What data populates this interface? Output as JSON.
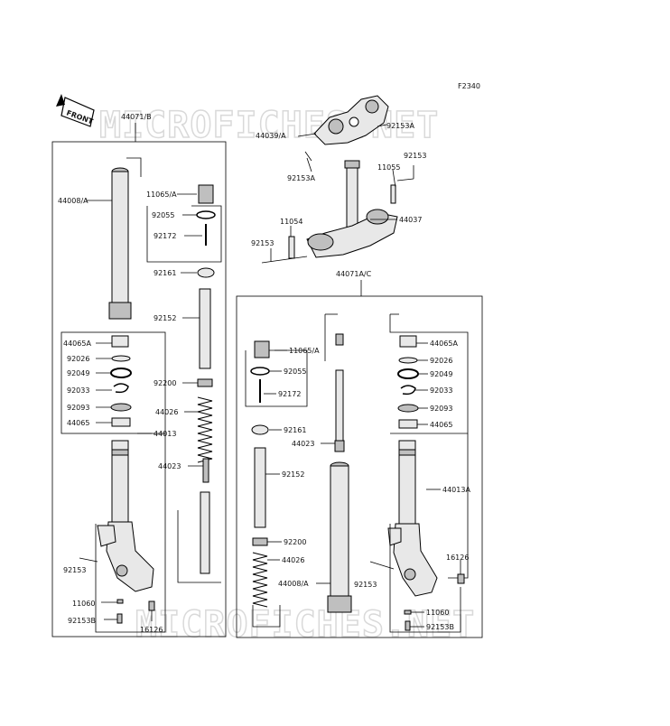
{
  "figure_code": "F2340",
  "front_label": "FRONT",
  "watermarks": [
    "MICROFICHES.NET",
    "MICROFICHES.NET"
  ],
  "assemblies": {
    "left": "44071/B",
    "right": "44071A/C"
  },
  "labels": {
    "top_44039A": "44039/A",
    "top_92153A_a": "92153A",
    "top_92153A_b": "92153A",
    "top_92153": "92153",
    "top_11055": "11055",
    "top_44037": "44037",
    "top_11054": "11054",
    "top_92153_b": "92153",
    "L_44008A": "44008/A",
    "L_11065A": "11065/A",
    "L_92055": "92055",
    "L_92172": "92172",
    "L_92161": "92161",
    "L_92152": "92152",
    "L_92200": "92200",
    "L_44026": "44026",
    "L_44023": "44023",
    "L_44065A": "44065A",
    "L_92026": "92026",
    "L_92049": "92049",
    "L_92033": "92033",
    "L_92093": "92093",
    "L_44065": "44065",
    "L_44013": "44013",
    "L_92153": "92153",
    "L_11060": "11060",
    "L_92153B": "92153B",
    "L_16126": "16126",
    "R_11065A": "11065/A",
    "R_92055": "92055",
    "R_92172": "92172",
    "R_92161": "92161",
    "R_44023": "44023",
    "R_92152": "92152",
    "R_92200": "92200",
    "R_44026": "44026",
    "R_44008A": "44008/A",
    "R_44065A": "44065A",
    "R_92026": "92026",
    "R_92049": "92049",
    "R_92033": "92033",
    "R_92093": "92093",
    "R_44065": "44065",
    "R_44013A": "44013A",
    "R_16126": "16126",
    "R_92153": "92153",
    "R_11060": "11060",
    "R_92153B": "92153B"
  }
}
